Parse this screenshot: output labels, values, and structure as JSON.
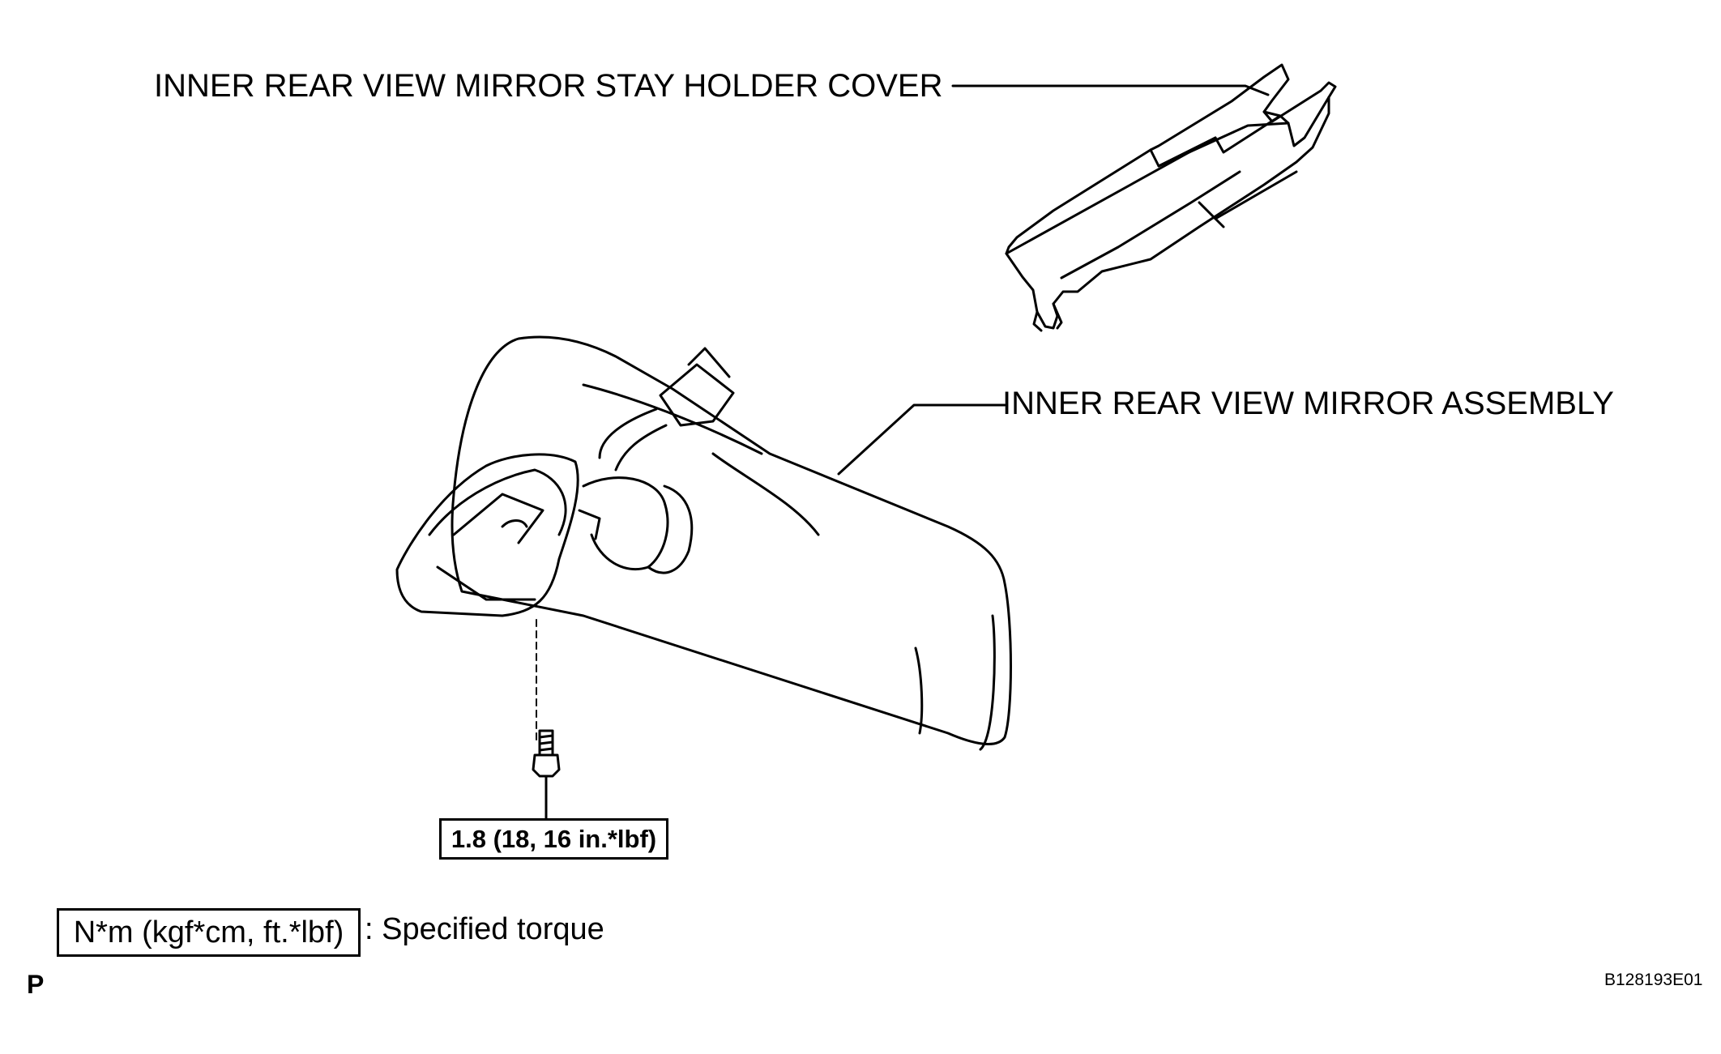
{
  "labels": {
    "stay_holder_cover": "INNER REAR VIEW MIRROR STAY HOLDER COVER",
    "mirror_assembly": "INNER REAR VIEW MIRROR ASSEMBLY"
  },
  "torque": {
    "value": "1.8 (18, 16 in.*lbf)"
  },
  "legend": {
    "unit_box": "N*m (kgf*cm, ft.*lbf)",
    "description": ": Specified torque"
  },
  "footer": {
    "page_letter": "P",
    "figure_code": "B128193E01"
  },
  "colors": {
    "line": "#000000",
    "background": "#ffffff"
  }
}
